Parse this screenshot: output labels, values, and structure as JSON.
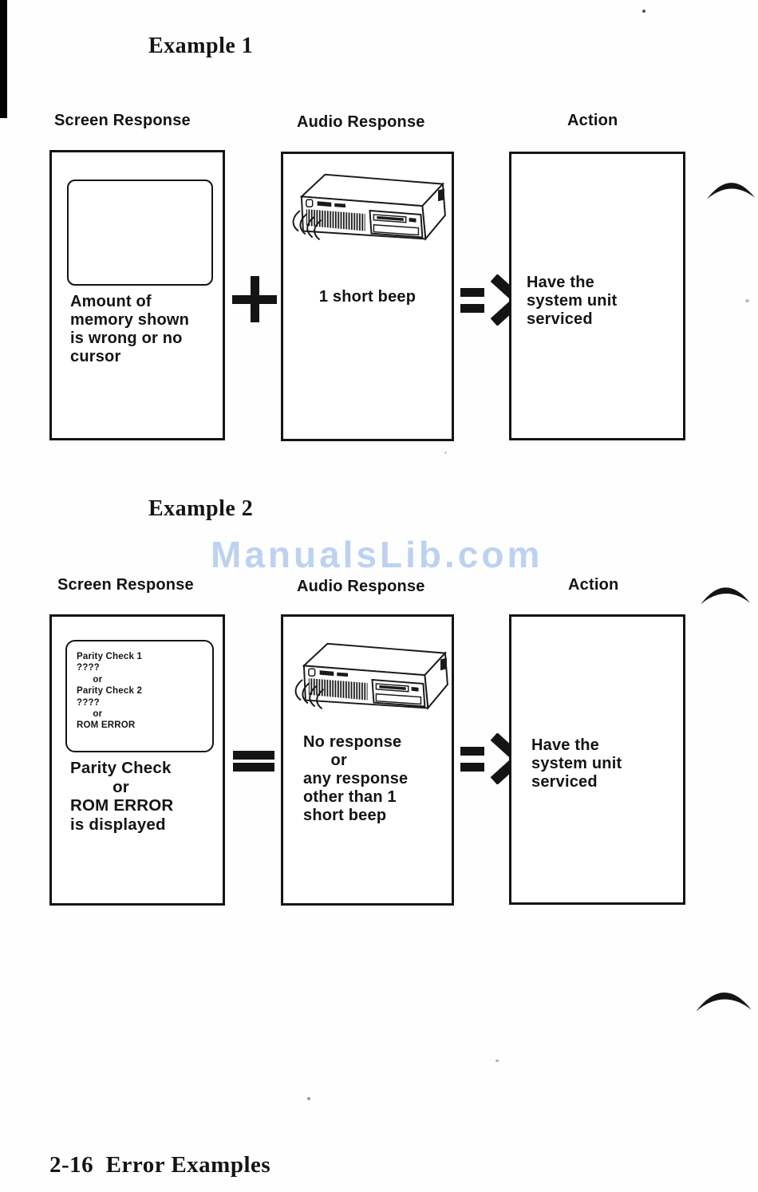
{
  "watermark": {
    "text": "ManualsLib.com",
    "color": "#bcd2f0"
  },
  "footer": {
    "text": "2-16  Error Examples"
  },
  "icons": {
    "example1_operator": "plus-icon",
    "example2_operator": "equals-icon",
    "result_arrow": "implies-arrow-icon",
    "audio_illustration": "system-unit-icon",
    "page_curl": "page-curl-mark"
  },
  "example1": {
    "title": "Example 1",
    "headers": {
      "screen": "Screen Response",
      "audio": "Audio Response",
      "action": "Action"
    },
    "screen_caption": "Amount of\nmemory shown\nis wrong or no\ncursor",
    "audio_caption": "1 short beep",
    "action_text": "Have the\nsystem unit\nserviced"
  },
  "example2": {
    "title": "Example 2",
    "headers": {
      "screen": "Screen Response",
      "audio": "Audio Response",
      "action": "Action"
    },
    "screen_display": "Parity Check 1\n????\n      or\nParity Check 2\n????\n      or\nROM ERROR",
    "screen_caption": "Parity Check\n         or\nROM ERROR\nis displayed",
    "audio_caption": "No response\n      or\nany response\nother than 1\nshort beep",
    "action_text": "Have the\nsystem unit\nserviced"
  }
}
